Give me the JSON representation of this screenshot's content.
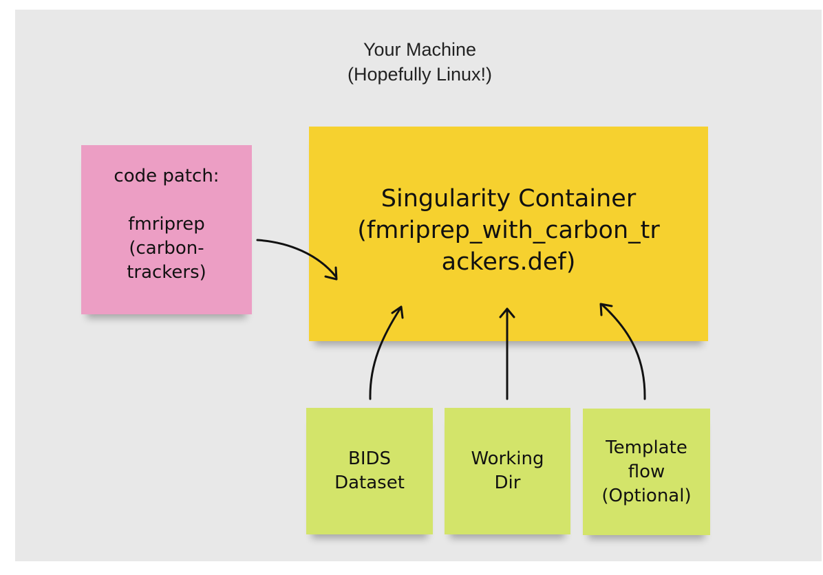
{
  "frame": {
    "title_line1": "Your Machine",
    "title_line2": "(Hopefully Linux!)"
  },
  "notes": {
    "code_patch": {
      "line1": "code patch:",
      "line2": "",
      "line3": "fmriprep",
      "line4": "(carbon-",
      "line5": "trackers)",
      "color": "#ec9ec4"
    },
    "container": {
      "line1": "Singularity Container",
      "line2": "(fmriprep_with_carbon_tr",
      "line3": "ackers.def)",
      "color": "#f6d12f"
    },
    "bids": {
      "line1": "BIDS",
      "line2": "Dataset",
      "color": "#d3e46a"
    },
    "working": {
      "line1": "Working",
      "line2": "Dir",
      "color": "#d3e46a"
    },
    "template": {
      "line1": "Template",
      "line2": "flow",
      "line3": "(Optional)",
      "color": "#d3e46a"
    }
  },
  "connectors": [
    {
      "from": "code_patch",
      "to": "container"
    },
    {
      "from": "bids",
      "to": "container"
    },
    {
      "from": "working",
      "to": "container"
    },
    {
      "from": "template",
      "to": "container"
    }
  ]
}
